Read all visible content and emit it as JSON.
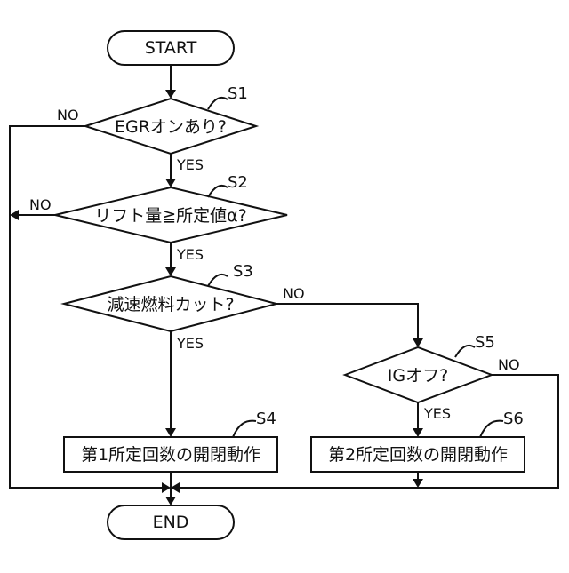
{
  "flowchart": {
    "start": "START",
    "end": "END",
    "decisions": [
      {
        "step": "S1",
        "text": "EGRオンあり?"
      },
      {
        "step": "S2",
        "text": "リフト量≧所定値α?"
      },
      {
        "step": "S3",
        "text": "減速燃料カット?"
      },
      {
        "step": "S5",
        "text": "IGオフ?"
      }
    ],
    "processes": [
      {
        "step": "S4",
        "text": "第1所定回数の開閉動作"
      },
      {
        "step": "S6",
        "text": "第2所定回数の開閉動作"
      }
    ],
    "branch_labels": {
      "yes": "YES",
      "no": "NO"
    }
  }
}
